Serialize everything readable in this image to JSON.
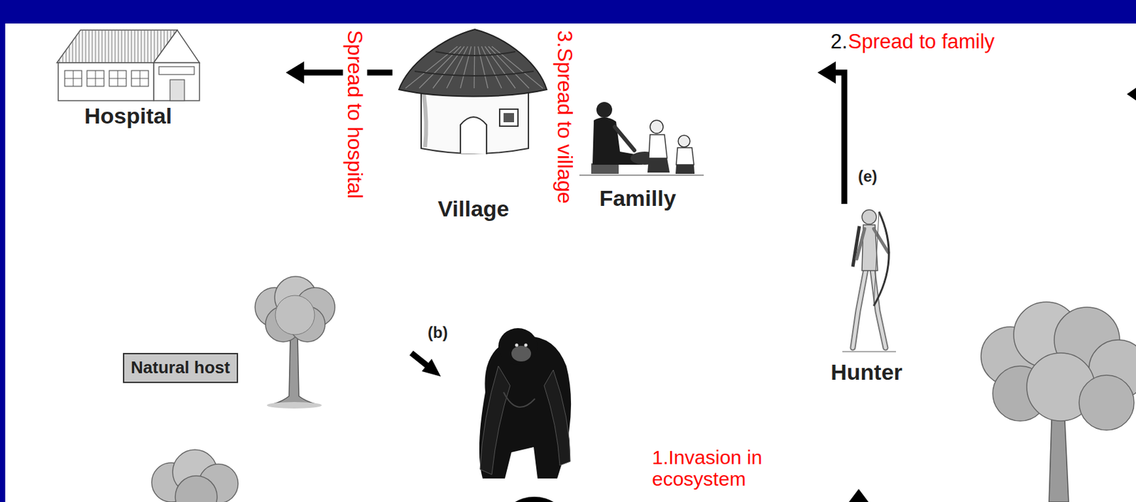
{
  "diagram": {
    "nodes": [
      {
        "text": [
          "Hospital"
        ]
      },
      {
        "text": [
          "Village"
        ]
      },
      {
        "text": [
          "Familly"
        ]
      },
      {
        "text": [
          "Natural host"
        ]
      },
      {
        "text": [
          "Hunter"
        ]
      }
    ],
    "edges": [
      {
        "from": 1,
        "to": 0,
        "arrow": "to"
      },
      {
        "from": 4,
        "to": 2,
        "label": "(e)",
        "arrow": "to"
      }
    ],
    "labels": [
      "Spread to hospital",
      "3.Spread to village",
      "2.",
      "Spread to family",
      "(b)",
      "1.Invasion in ecosystem"
    ]
  }
}
